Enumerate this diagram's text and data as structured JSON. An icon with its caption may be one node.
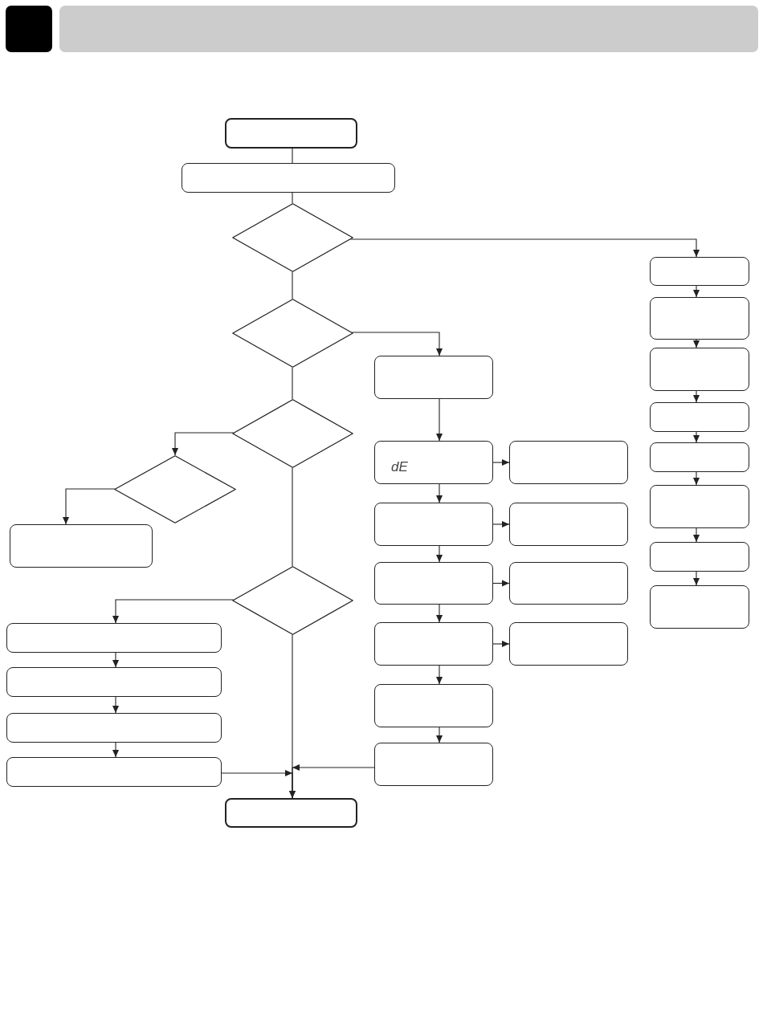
{
  "diagram": {
    "nodes": [
      {
        "text": [],
        "shape": "box"
      },
      {
        "text": [],
        "shape": "box"
      },
      {
        "text": [],
        "shape": "diamond"
      },
      {
        "text": [],
        "shape": "diamond"
      },
      {
        "text": [],
        "shape": "diamond"
      },
      {
        "text": [],
        "shape": "diamond"
      },
      {
        "text": [],
        "shape": "box"
      },
      {
        "text": [],
        "shape": "diamond"
      },
      {
        "text": [],
        "shape": "box"
      },
      {
        "text": [],
        "shape": "box"
      },
      {
        "text": [],
        "shape": "box"
      },
      {
        "text": [],
        "shape": "box"
      },
      {
        "text": [],
        "shape": "box"
      },
      {
        "text": [],
        "shape": "box"
      },
      {
        "text": [
          "dE"
        ]
      },
      {
        "text": [],
        "shape": "box"
      },
      {
        "text": [],
        "shape": "box"
      },
      {
        "text": [],
        "shape": "box"
      },
      {
        "text": [],
        "shape": "box"
      },
      {
        "text": [],
        "shape": "box"
      },
      {
        "text": [],
        "shape": "box"
      },
      {
        "text": [],
        "shape": "box"
      },
      {
        "text": [],
        "shape": "box"
      },
      {
        "text": [],
        "shape": "box"
      },
      {
        "text": [],
        "shape": "box"
      },
      {
        "text": [],
        "shape": "box"
      },
      {
        "text": [],
        "shape": "box"
      },
      {
        "text": [],
        "shape": "box"
      },
      {
        "text": [],
        "shape": "box"
      },
      {
        "text": [],
        "shape": "box"
      },
      {
        "text": [],
        "shape": "box"
      },
      {
        "text": [],
        "shape": "box"
      }
    ],
    "edges": [
      {
        "from": 0,
        "to": 1,
        "arrow": "none"
      },
      {
        "from": 1,
        "to": 2,
        "arrow": "none"
      },
      {
        "from": 2,
        "to": 24,
        "arrow": "to"
      },
      {
        "from": 2,
        "to": 3,
        "arrow": "none"
      },
      {
        "from": 3,
        "to": 13,
        "arrow": "to"
      },
      {
        "from": 3,
        "to": 4,
        "arrow": "none"
      },
      {
        "from": 4,
        "to": 5,
        "arrow": "to"
      },
      {
        "from": 4,
        "to": 7,
        "arrow": "none"
      },
      {
        "from": 5,
        "to": 6,
        "arrow": "to"
      },
      {
        "from": 7,
        "to": 8,
        "arrow": "to"
      },
      {
        "from": 7,
        "to": 12,
        "arrow": "none"
      },
      {
        "from": 8,
        "to": 9,
        "arrow": "to"
      },
      {
        "from": 9,
        "to": 10,
        "arrow": "to"
      },
      {
        "from": 10,
        "to": 11,
        "arrow": "to"
      },
      {
        "from": 11,
        "to": 12,
        "arrow": "to"
      },
      {
        "from": 13,
        "to": 14,
        "arrow": "to"
      },
      {
        "from": 14,
        "to": 20,
        "arrow": "to"
      },
      {
        "from": 14,
        "to": 15,
        "arrow": "to"
      },
      {
        "from": 15,
        "to": 21,
        "arrow": "to"
      },
      {
        "from": 15,
        "to": 16,
        "arrow": "to"
      },
      {
        "from": 16,
        "to": 22,
        "arrow": "to"
      },
      {
        "from": 16,
        "to": 17,
        "arrow": "to"
      },
      {
        "from": 17,
        "to": 23,
        "arrow": "to"
      },
      {
        "from": 17,
        "to": 18,
        "arrow": "to"
      },
      {
        "from": 18,
        "to": 19,
        "arrow": "to"
      },
      {
        "from": 19,
        "to": 12,
        "arrow": "to"
      },
      {
        "from": 24,
        "to": 25,
        "arrow": "to"
      },
      {
        "from": 25,
        "to": 26,
        "arrow": "to"
      },
      {
        "from": 26,
        "to": 27,
        "arrow": "to"
      },
      {
        "from": 27,
        "to": 28,
        "arrow": "to"
      },
      {
        "from": 28,
        "to": 29,
        "arrow": "to"
      },
      {
        "from": 29,
        "to": 30,
        "arrow": "to"
      },
      {
        "from": 30,
        "to": 31,
        "arrow": "to"
      }
    ]
  }
}
